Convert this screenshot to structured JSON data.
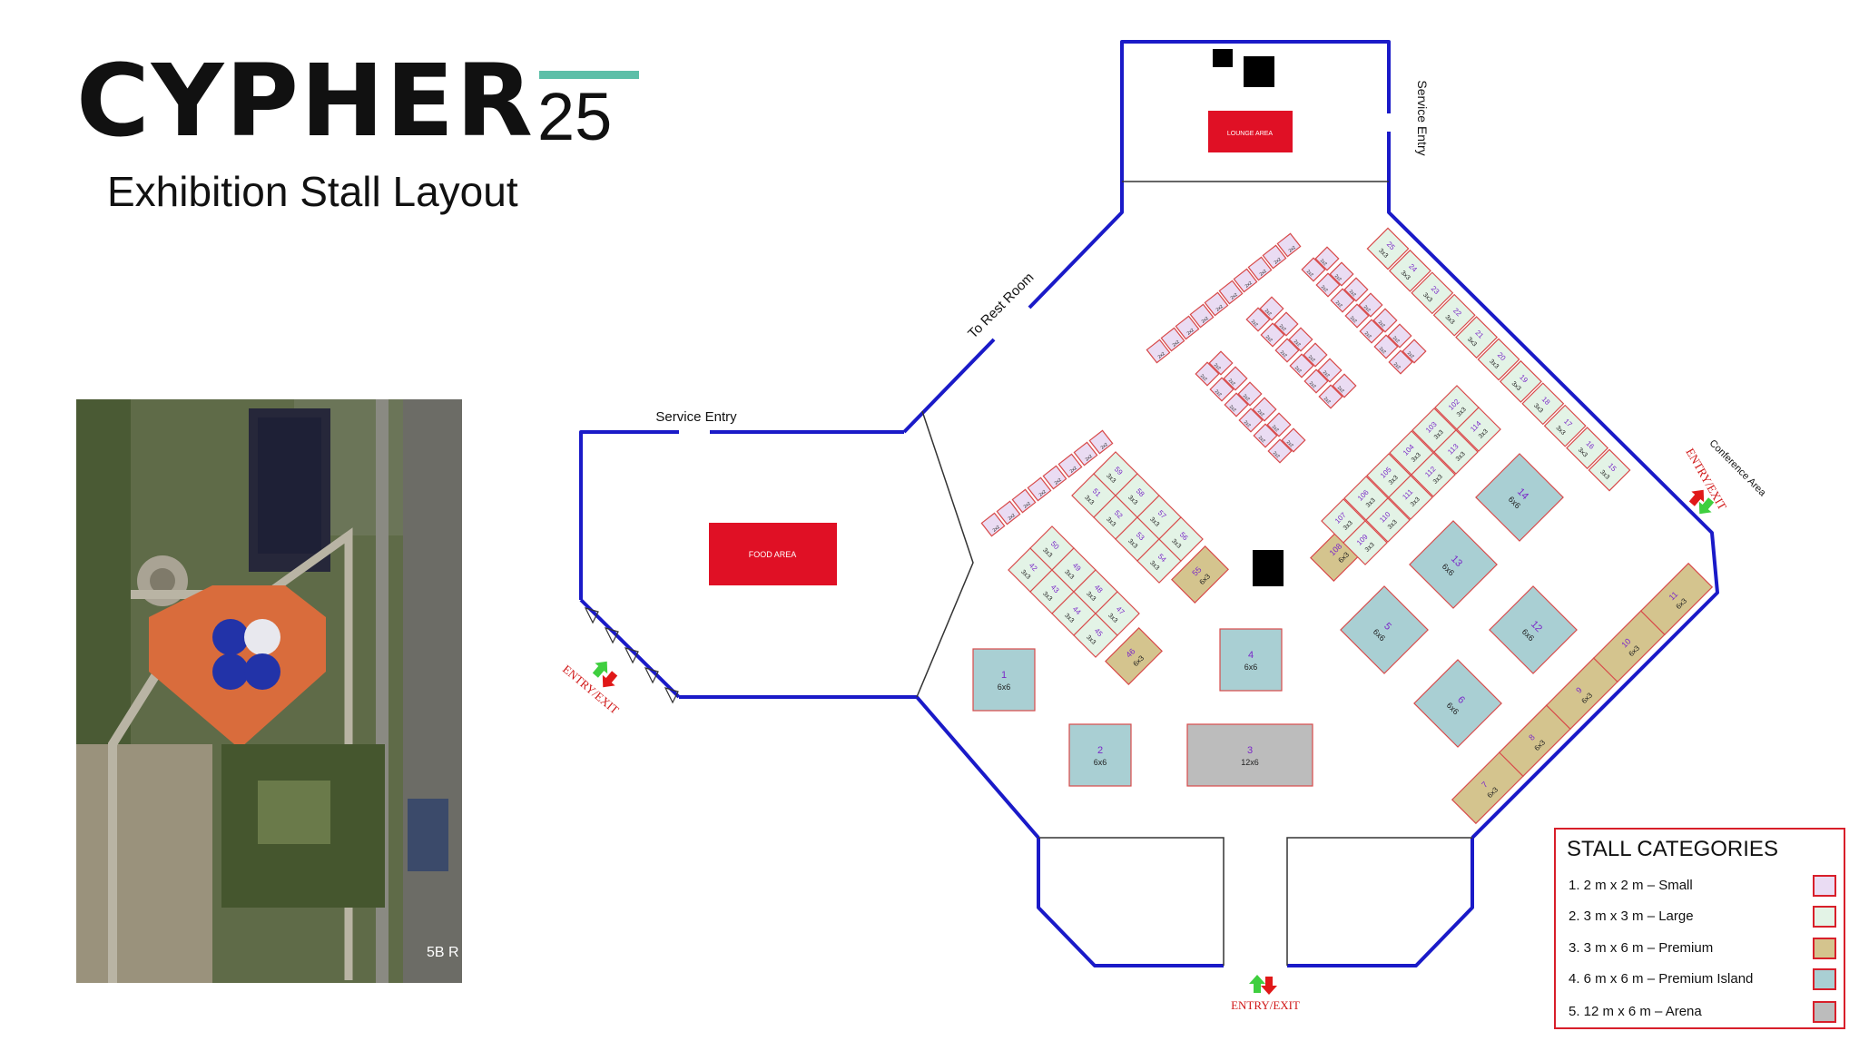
{
  "header": {
    "brand": "CYPHER",
    "brand_number": "25",
    "title": "Exhibition Stall Layout"
  },
  "satellite": {
    "road_label": "5B R"
  },
  "areas": {
    "lounge": "LOUNGE AREA",
    "food": "FOOD AREA"
  },
  "labels": {
    "service_entry_top": "Service Entry",
    "service_entry_left": "Service Entry",
    "rest_room": "To Rest Room",
    "conference": "Conference Area",
    "entry_exit": "ENTRY/EXIT"
  },
  "legend": {
    "title": "STALL CATEGORIES",
    "items": [
      {
        "label": "1. 2 m x 2 m – Small",
        "color": "#eadcf3"
      },
      {
        "label": "2. 3 m x 3 m – Large",
        "color": "#e3f3e6"
      },
      {
        "label": "3. 3 m x 6 m – Premium",
        "color": "#d4c48e"
      },
      {
        "label": "4. 6 m x 6 m – Premium Island",
        "color": "#a9cfd3"
      },
      {
        "label": "5. 12 m x 6 m – Arena",
        "color": "#bcbcbc"
      }
    ]
  },
  "colors": {
    "wall": "#1a1ac8",
    "stall_border": "#d84a4a",
    "area_red": "#e01025",
    "small": "#eadcf3",
    "large": "#e3f3e6",
    "premium": "#d4c48e",
    "island": "#a9cfd3",
    "arena": "#bcbcbc",
    "number_text": "#7a28c8",
    "arrow_red": "#e01818",
    "arrow_green": "#3fcf3f"
  },
  "stalls": {
    "island": [
      {
        "number": "1",
        "size": "6x6"
      },
      {
        "number": "2",
        "size": "6x6"
      },
      {
        "number": "4",
        "size": "6x6"
      },
      {
        "number": "5",
        "size": "6x6"
      },
      {
        "number": "6",
        "size": "6x6"
      },
      {
        "number": "12",
        "size": "6x6"
      },
      {
        "number": "13",
        "size": "6x6"
      },
      {
        "number": "14",
        "size": "6x6"
      }
    ],
    "arena": [
      {
        "number": "3",
        "size": "12x6"
      }
    ],
    "premium_row": [
      {
        "number": "7",
        "size": "6x3"
      },
      {
        "number": "8",
        "size": "6x3"
      },
      {
        "number": "9",
        "size": "6x3"
      },
      {
        "number": "10",
        "size": "6x3"
      },
      {
        "number": "11",
        "size": "6x3"
      }
    ],
    "premium_single": [
      {
        "number": "46",
        "size": "6x3"
      },
      {
        "number": "55",
        "size": "6x3"
      },
      {
        "number": "108",
        "size": "6x3"
      }
    ],
    "large_a": [
      {
        "number": "42",
        "size": "3x3"
      },
      {
        "number": "50",
        "size": "3x3"
      },
      {
        "number": "43",
        "size": "3x3"
      },
      {
        "number": "49",
        "size": "3x3"
      },
      {
        "number": "44",
        "size": "3x3"
      },
      {
        "number": "48",
        "size": "3x3"
      },
      {
        "number": "45",
        "size": "3x3"
      },
      {
        "number": "47",
        "size": "3x3"
      }
    ],
    "large_b": [
      {
        "number": "51",
        "size": "3x3"
      },
      {
        "number": "59",
        "size": "3x3"
      },
      {
        "number": "52",
        "size": "3x3"
      },
      {
        "number": "58",
        "size": "3x3"
      },
      {
        "number": "53",
        "size": "3x3"
      },
      {
        "number": "57",
        "size": "3x3"
      },
      {
        "number": "54",
        "size": "3x3"
      },
      {
        "number": "56",
        "size": "3x3"
      }
    ],
    "large_c": [
      {
        "number": "107",
        "size": "3x3"
      },
      {
        "number": "109",
        "size": "3x3"
      },
      {
        "number": "106",
        "size": "3x3"
      },
      {
        "number": "110",
        "size": "3x3"
      },
      {
        "number": "105",
        "size": "3x3"
      },
      {
        "number": "111",
        "size": "3x3"
      },
      {
        "number": "104",
        "size": "3x3"
      },
      {
        "number": "112",
        "size": "3x3"
      },
      {
        "number": "103",
        "size": "3x3"
      },
      {
        "number": "113",
        "size": "3x3"
      },
      {
        "number": "102",
        "size": "3x3"
      },
      {
        "number": "114",
        "size": "3x3"
      }
    ],
    "large_d": [
      {
        "number": "25",
        "size": "3x3"
      },
      {
        "number": "24",
        "size": "3x3"
      },
      {
        "number": "23",
        "size": "3x3"
      },
      {
        "number": "22",
        "size": "3x3"
      },
      {
        "number": "21",
        "size": "3x3"
      },
      {
        "number": "20",
        "size": "3x3"
      },
      {
        "number": "19",
        "size": "3x3"
      },
      {
        "number": "18",
        "size": "3x3"
      },
      {
        "number": "17",
        "size": "3x3"
      },
      {
        "number": "16",
        "size": "3x3"
      },
      {
        "number": "15",
        "size": "3x3"
      }
    ],
    "small_size": "2x2",
    "small_rows": [
      8,
      10,
      12,
      12,
      14,
      6
    ]
  }
}
